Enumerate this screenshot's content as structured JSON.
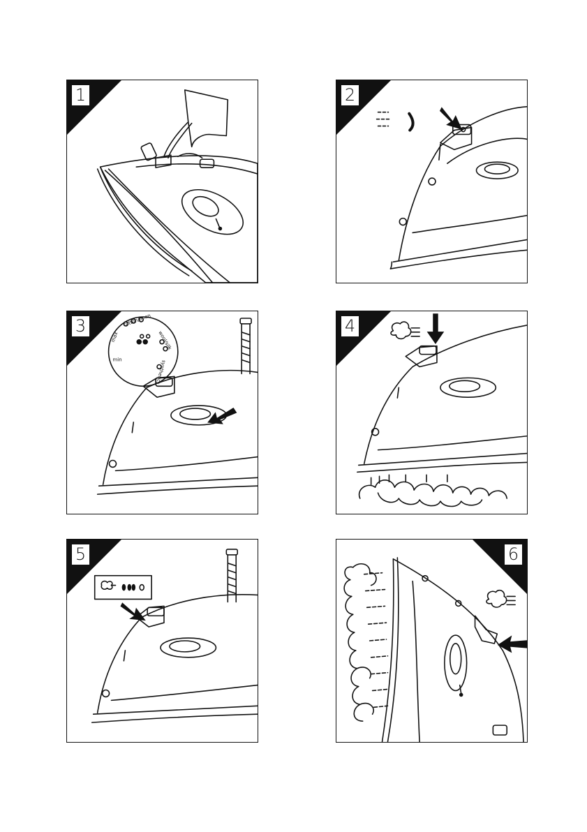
{
  "steps": [
    {
      "number": "1"
    },
    {
      "number": "2"
    },
    {
      "number": "3"
    },
    {
      "number": "4"
    },
    {
      "number": "5"
    },
    {
      "number": "6"
    }
  ],
  "dial": {
    "max_label": "max",
    "cotton_label": "cotton/linen",
    "wool_label": "wool/silk",
    "synthetics_label": "synthetics",
    "min_label": "min"
  },
  "colors": {
    "line": "#111111",
    "background": "#ffffff"
  }
}
